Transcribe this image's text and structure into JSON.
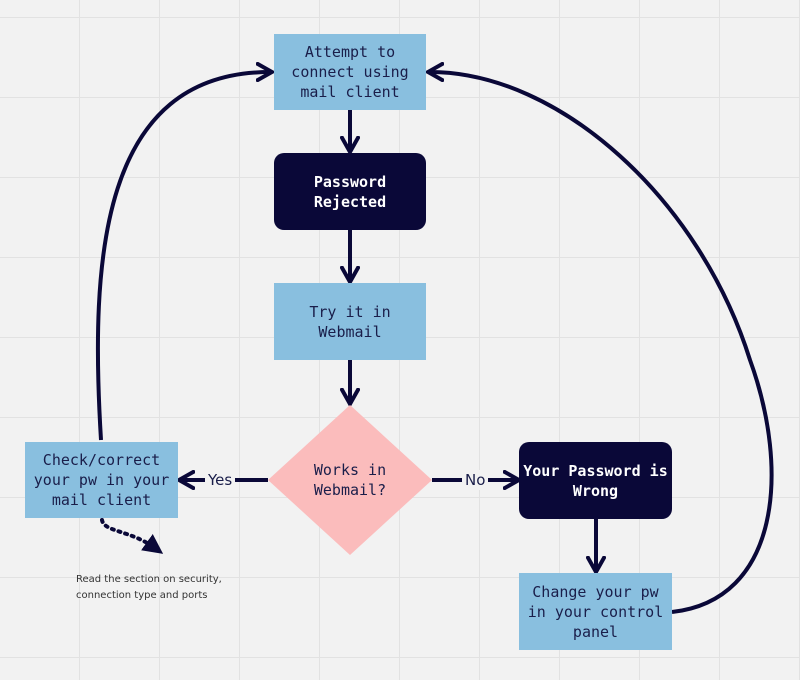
{
  "nodes": {
    "attempt": "Attempt to\nconnect using\nmail client",
    "rejected": "Password\nRejected",
    "webmail": "Try it in\nWebmail",
    "works": "Works in\nWebmail?",
    "check": "Check/correct\nyour pw in your\nmail client",
    "wrong": "Your Password is\nWrong",
    "change": "Change your pw\nin your control\npanel"
  },
  "edges": {
    "yes": "Yes",
    "no": "No"
  },
  "note": "Read the section on security,\nconnection type and ports",
  "colors": {
    "light_box": "#89bfdf",
    "dark_box": "#0a0838",
    "decision": "#fbbcbc",
    "arrow": "#0a0838",
    "background": "#f2f2f2"
  }
}
